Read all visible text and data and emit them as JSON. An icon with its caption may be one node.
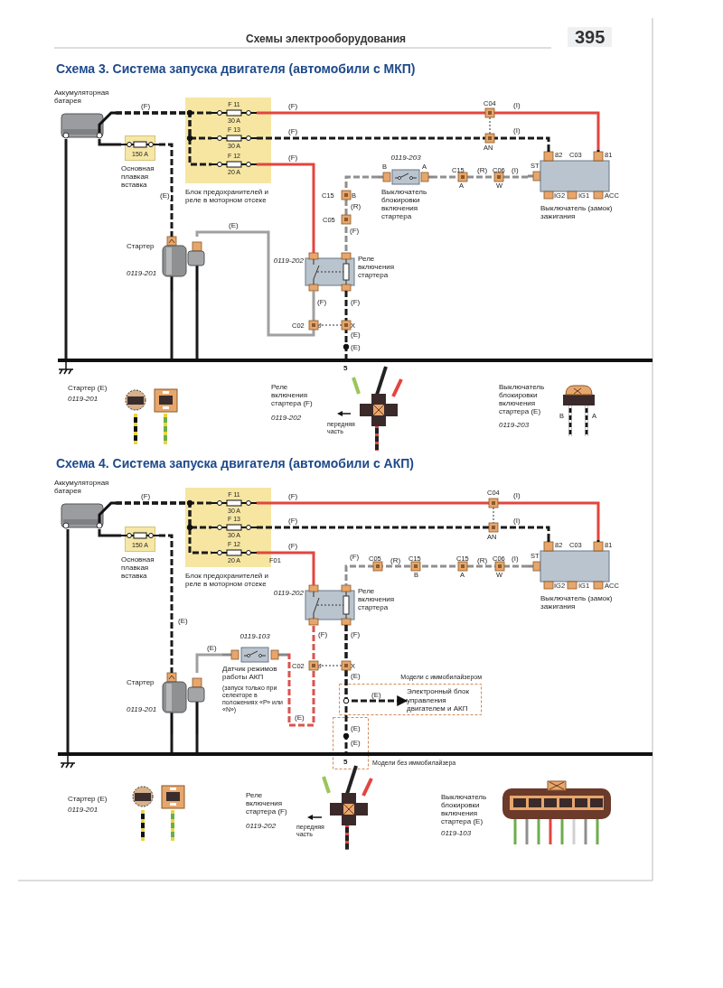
{
  "diagram": {
    "title": "Схемы электрооборудования",
    "nodes": [
      {
        "text": [
          "Аккумуляторная батарея"
        ]
      },
      {
        "text": [
          "150 A",
          "Основная плавкая вставка"
        ]
      },
      {
        "text": [
          "Блок предохранителей и реле в моторном отсеке"
        ]
      },
      {
        "text": [
          "F 11",
          "30 A"
        ],
        "in": 2
      },
      {
        "text": [
          "F 13",
          "30 A"
        ],
        "in": 2
      },
      {
        "text": [
          "F 12",
          "20 A"
        ],
        "in": 2
      },
      {
        "text": [
          "Стартер",
          "0119-201"
        ]
      },
      {
        "text": [
          "0119-202",
          "Реле включения стартера"
        ]
      },
      {
        "text": [
          "0119-203",
          "Выключатель блокировки включения стартера"
        ]
      },
      {
        "text": [
          "Выключатель (замок) зажигания"
        ]
      },
      {
        "text": [],
        "shape": "bar"
      },
      {
        "text": [
          "Аккумуляторная батарея"
        ]
      },
      {
        "text": [
          "150 A",
          "Основная плавкая вставка"
        ]
      },
      {
        "text": [
          "Блок предохранителей и реле в моторном отсеке"
        ]
      },
      {
        "text": [
          "F 11",
          "30 A"
        ],
        "in": 13
      },
      {
        "text": [
          "F 13",
          "30 A"
        ],
        "in": 13
      },
      {
        "text": [
          "F 12",
          "20 A"
        ],
        "in": 13
      },
      {
        "text": [
          "Стартер",
          "0119-201"
        ]
      },
      {
        "text": [
          "0119-202",
          "Реле включения стартера"
        ]
      },
      {
        "text": [
          "0119-103",
          "Датчик режимов работы АКП",
          "(запуск только при селекторе в положениях «Р» или «N»)"
        ]
      },
      {
        "text": [
          "Выключатель (замок) зажигания"
        ]
      },
      {
        "text": [
          "Модели с иммобилайзером"
        ]
      },
      {
        "text": [
          "Электронный блок управления двигателем и АКП"
        ],
        "in": 21
      },
      {
        "text": [
          "Модели без иммобилайзера"
        ]
      },
      {
        "text": [],
        "shape": "bar"
      }
    ],
    "edges": [
      {
        "from": 0,
        "to": 3,
        "arrow": "none",
        "label": "(F)",
        "style": "dashed"
      },
      {
        "from": 0,
        "to": 4,
        "arrow": "none",
        "style": "dashed"
      },
      {
        "from": 0,
        "to": 5,
        "arrow": "none",
        "style": "dashed"
      },
      {
        "from": 0,
        "to": 1,
        "arrow": "none"
      },
      {
        "from": 1,
        "to": 6,
        "arrow": "none",
        "label": "(E)",
        "style": "dashed"
      },
      {
        "from": 3,
        "to": 9,
        "arrow": "none",
        "label": "(F)",
        "color": "#e2453f"
      },
      {
        "from": 4,
        "to": 9,
        "arrow": "none",
        "label": "(F)",
        "style": "dashed"
      },
      {
        "from": 5,
        "to": 7,
        "arrow": "none",
        "label": "(F)",
        "color": "#e2453f"
      },
      {
        "from": 9,
        "to": 8,
        "arrow": "none",
        "label": "(R)",
        "style": "dashed",
        "color": "#8f8f8f"
      },
      {
        "from": 8,
        "to": 7,
        "arrow": "none",
        "label": "(R)",
        "style": "dashed",
        "color": "#8f8f8f"
      },
      {
        "from": 6,
        "to": 7,
        "arrow": "none",
        "label": "(E)",
        "color": "#a0a0a0"
      },
      {
        "from": 7,
        "to": 10,
        "arrow": "none",
        "label": "(F)",
        "style": "dashed"
      },
      {
        "from": 0,
        "to": 10,
        "arrow": "none"
      },
      {
        "from": 6,
        "to": 10,
        "arrow": "none"
      },
      {
        "from": 6,
        "to": 10,
        "arrow": "none"
      },
      {
        "from": 11,
        "to": 14,
        "arrow": "none",
        "label": "(F)",
        "style": "dashed"
      },
      {
        "from": 11,
        "to": 15,
        "arrow": "none",
        "style": "dashed"
      },
      {
        "from": 11,
        "to": 16,
        "arrow": "none",
        "style": "dashed"
      },
      {
        "from": 11,
        "to": 12,
        "arrow": "none"
      },
      {
        "from": 12,
        "to": 17,
        "arrow": "none",
        "label": "(E)",
        "style": "dashed"
      },
      {
        "from": 14,
        "to": 20,
        "arrow": "none",
        "label": "(F)",
        "color": "#e2453f"
      },
      {
        "from": 15,
        "to": 20,
        "arrow": "none",
        "label": "(F)",
        "style": "dashed"
      },
      {
        "from": 16,
        "to": 18,
        "arrow": "none",
        "label": "(F)",
        "color": "#e2453f"
      },
      {
        "from": 20,
        "to": 18,
        "arrow": "none",
        "label": "(R)",
        "style": "dashed",
        "color": "#8f8f8f"
      },
      {
        "from": 17,
        "to": 19,
        "arrow": "none",
        "label": "(E)",
        "color": "#a0a0a0"
      },
      {
        "from": 19,
        "to": 18,
        "arrow": "none",
        "label": "(E)",
        "style": "dashed",
        "color": "#d9534f"
      },
      {
        "from": 18,
        "to": 22,
        "arrow": "to",
        "label": "(E)",
        "style": "dashed"
      },
      {
        "from": 18,
        "to": 24,
        "arrow": "none",
        "style": "dashed"
      },
      {
        "from": 11,
        "to": 24,
        "arrow": "none"
      },
      {
        "from": 17,
        "to": 24,
        "arrow": "none"
      },
      {
        "from": 17,
        "to": 24,
        "arrow": "none"
      }
    ],
    "labels": [
      "395",
      "Схема 3. Система запуска двигателя (автомобили с МКП)",
      "C04",
      "(I)",
      "(I)",
      "AN",
      "82",
      "C03",
      "81",
      "B",
      "A",
      "C15",
      "C06",
      "(I)",
      "ST",
      "A",
      "W",
      "C15",
      "B",
      "IG2",
      "IG1",
      "ACC",
      "C05",
      "(F)",
      "(F)",
      "C02",
      "J",
      "X",
      "(E)",
      "(E)",
      "5",
      "Стартер (E)",
      "0119-201",
      "Реле включения стартера (F)",
      "0119-202",
      "передняя часть",
      "Выключатель блокировки включения стартера (E)",
      "0119-203",
      "B",
      "A",
      "Схема 4. Система запуска двигателя (автомобили с АКП)",
      "C04",
      "(I)",
      "(I)",
      "AN",
      "82",
      "C03",
      "81",
      "F01",
      "(F)",
      "C05",
      "(R)",
      "C15",
      "C15",
      "C06",
      "(I)",
      "ST",
      "B",
      "A",
      "W",
      "IG2",
      "IG1",
      "ACC",
      "(F)",
      "(F)",
      "C02",
      "J",
      "X",
      "(E)",
      "(E)",
      "(E)",
      "5",
      "Стартер (E)",
      "0119-201",
      "Реле включения стартера (F)",
      "0119-202",
      "передняя часть",
      "Выключатель блокировки включения стартера (E)",
      "0119-103"
    ]
  }
}
